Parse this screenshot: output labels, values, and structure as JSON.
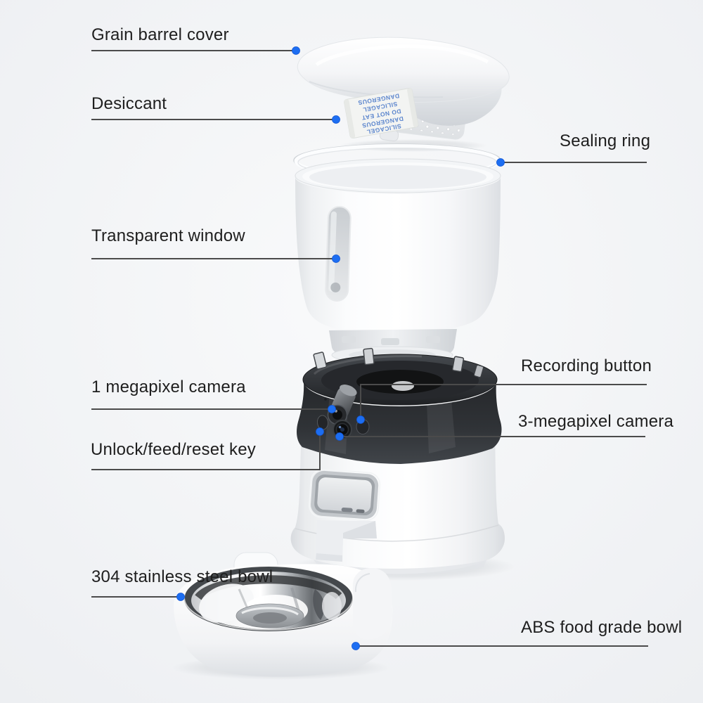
{
  "colors": {
    "accent_dot": "#1d6ef2",
    "leader_line": "#4b4b4b",
    "label_text": "#1e1e1e",
    "background": "#f3f4f6",
    "housing_dark": "#2c2f33"
  },
  "annotations": {
    "grain_barrel_cover": "Grain barrel cover",
    "desiccant": "Desiccant",
    "sealing_ring": "Sealing ring",
    "transparent_window": "Transparent window",
    "one_megapixel_camera": "1 megapixel camera",
    "recording_button": "Recording button",
    "three_megapixel_camera": "3-megapixel camera",
    "unlock_feed_reset_key": "Unlock/feed/reset key",
    "stainless_steel_bowl": "304 stainless steel bowl",
    "abs_food_grade_bowl": "ABS food grade bowl"
  },
  "desiccant_packet": {
    "line1": "SILICAGEL",
    "line2": "DANGEROUS",
    "line3": "DO NOT EAT"
  }
}
